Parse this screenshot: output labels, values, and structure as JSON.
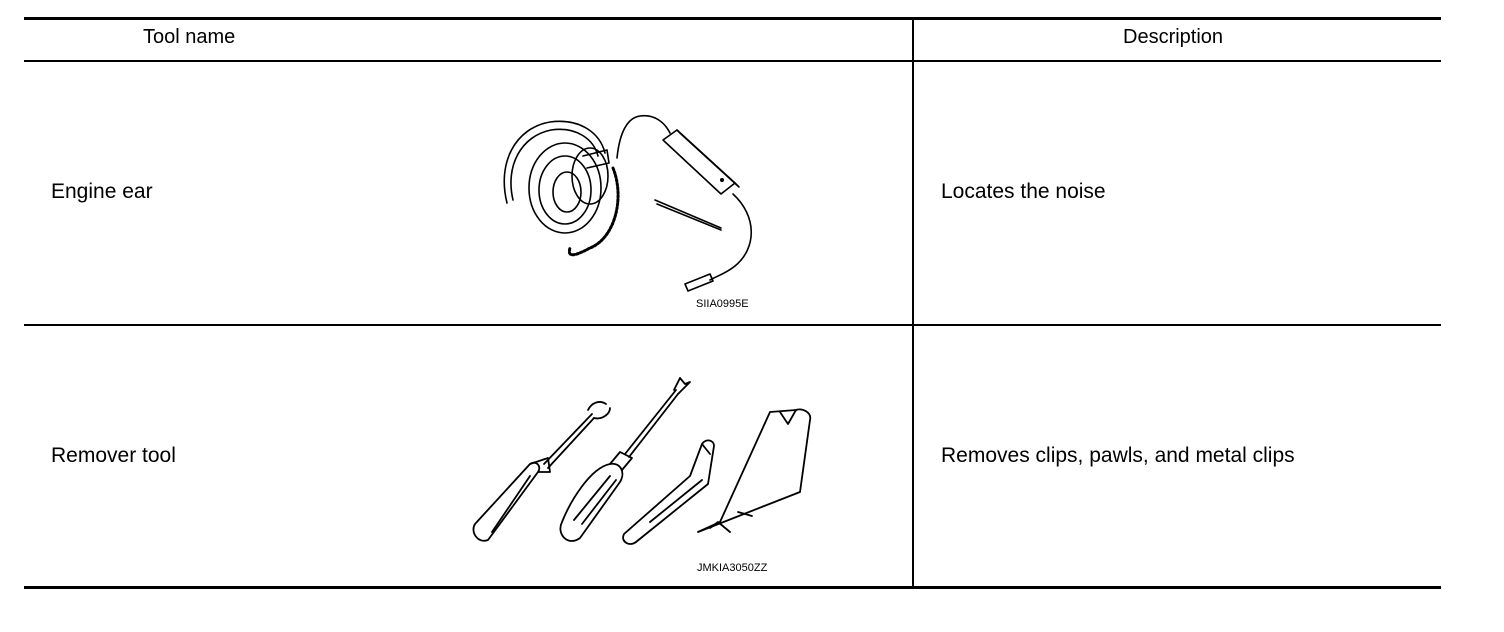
{
  "table": {
    "headers": {
      "tool_name": "Tool name",
      "description": "Description"
    },
    "rows": [
      {
        "tool": "Engine ear",
        "description": "Locates the noise",
        "figure_id": "SIIA0995E",
        "figure_icon": "engine-ear-headphones-icon"
      },
      {
        "tool": "Remover tool",
        "description": "Removes clips, pawls, and metal clips",
        "figure_id": "JMKIA3050ZZ",
        "figure_icon": "remover-tools-icon"
      }
    ]
  }
}
